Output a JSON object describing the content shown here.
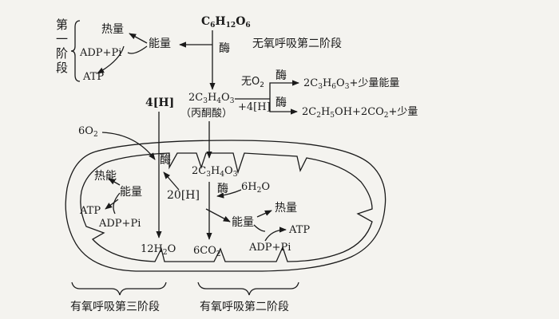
{
  "stage1": {
    "label_line1": "第",
    "label_line2": "一",
    "label_line3": "阶",
    "label_line4": "段",
    "heat": "热量",
    "energy": "能量",
    "adp_pi": "ADP+Pi",
    "atp": "ATP"
  },
  "glucose": {
    "c": "C",
    "c_sub": "6",
    "h": "H",
    "h_sub": "12",
    "o": "O",
    "o_sub": "6"
  },
  "enzyme": "酶",
  "anaerobic": {
    "title": "无氧呼吸第二阶段",
    "no_o2_prefix": "无O",
    "no_o2_sub": "2",
    "plus_4h": "+4[H]",
    "enzyme_top": "酶",
    "enzyme_bottom": "酶",
    "lactic": {
      "p1": "2C",
      "s1": "3",
      "p2": "H",
      "s2": "6",
      "p3": "O",
      "s3": "3",
      "p4": "+少量能量"
    },
    "ethanol": {
      "p1": "2C",
      "s1": "2",
      "p2": "H",
      "s2": "5",
      "p3": "OH+2CO",
      "s3": "2",
      "p4": "+少量"
    }
  },
  "h4": "4[H]",
  "pyruvate": {
    "p1": "2C",
    "s1": "3",
    "p2": "H",
    "s2": "4",
    "p3": "O",
    "s3": "3",
    "name": "（丙酮酸）"
  },
  "mito": {
    "o2_prefix": "6O",
    "o2_sub": "2",
    "enzyme_left": "酶",
    "enzyme_mid": "酶",
    "heat_left": "热能",
    "energy_left": "能量",
    "atp_left": "ATP",
    "adp_pi_left": "ADP+Pi",
    "h20": "20[H]",
    "pyruvate_inner": {
      "p1": "2C",
      "s1": "3",
      "p2": "H",
      "s2": "4",
      "p3": "O",
      "s3": "3"
    },
    "water_in": {
      "p1": "6H",
      "s1": "2",
      "p2": "O"
    },
    "energy_right": "能量",
    "heat_right": "热量",
    "atp_right": "ATP",
    "adp_pi_right": "ADP+Pi",
    "water_out": {
      "p1": "12H",
      "s1": "2",
      "p2": "O"
    },
    "co2_out": {
      "p1": "6CO",
      "s1": "2"
    }
  },
  "bottom": {
    "stage3": "有氧呼吸第三阶段",
    "stage2": "有氧呼吸第二阶段"
  }
}
